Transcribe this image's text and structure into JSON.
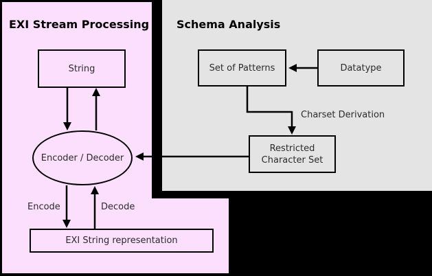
{
  "colors": {
    "background": "#000000",
    "exi_panel": "#FCDFFC",
    "schema_panel": "#E4E4E4",
    "line": "#000000"
  },
  "panels": {
    "exi": {
      "title": "EXI Stream Processing"
    },
    "schema": {
      "title": "Schema Analysis"
    }
  },
  "nodes": {
    "string": {
      "label": "String"
    },
    "encoder_decoder": {
      "label": "Encoder / Decoder"
    },
    "exi_representation": {
      "label": "EXI String representation"
    },
    "set_of_patterns": {
      "label": "Set of Patterns"
    },
    "datatype": {
      "label": "Datatype"
    },
    "restricted_charset": {
      "line1": "Restricted",
      "line2": "Character Set"
    }
  },
  "edge_labels": {
    "encode": "Encode",
    "decode": "Decode",
    "charset_derivation": "Charset Derivation"
  }
}
